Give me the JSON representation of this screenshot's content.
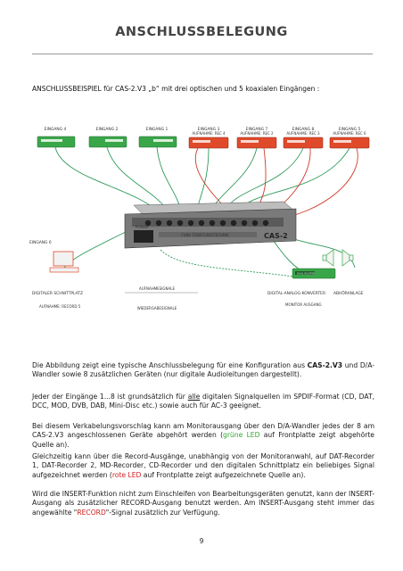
{
  "page": {
    "title": "ANSCHLUSSBELEGUNG",
    "subtitle": "ANSCHLUSSBEISPIEL für CAS-2.V3 „b“ mit drei optischen und 5 koaxialen Eingängen :",
    "page_number": "9"
  },
  "diagram": {
    "inputs": [
      {
        "label": "EINGANG 4",
        "sublabel": ""
      },
      {
        "label": "EINGANG 2",
        "sublabel": ""
      },
      {
        "label": "EINGANG 1",
        "sublabel": ""
      },
      {
        "label": "EINGANG 3",
        "sublabel": "AUFNAHME: REC 4"
      },
      {
        "label": "EINGANG 7",
        "sublabel": "AUFNAHME: REC 2"
      },
      {
        "label": "EINGANG 8",
        "sublabel": "AUFNAHME: REC 3"
      },
      {
        "label": "EINGANG 5",
        "sublabel": "AUFNAHME: REC 6"
      }
    ],
    "input_6": "EINGANG 6",
    "device_brand": "FUNK TONSTUDIOTECHNIK",
    "device_model": "CAS-2",
    "device_power": "POWER",
    "workstation": "DIGITALER SCHNITTPLATZ",
    "workstation_sub": "AUFNAHME: RECORD 5",
    "aufnahmesignale": "AUFNAHMESIGNALE",
    "wiedergabesignale": "WIEDERGABESIGNALE",
    "converter": "DIGITAL-ANALOG-KONVERTER",
    "converter_sub": "MONITOR AUSGANG",
    "converter_brand": "DUAL ROUTER",
    "speakers": "ABHÖRANLAGE"
  },
  "paragraphs": {
    "p1_a": "Die Abbildung zeigt eine typische Anschlussbelegung für eine Konfiguration aus ",
    "p1_b": "CAS-2.V3",
    "p1_c": " und D/A-Wandler sowie 8 zusätzlichen Geräten (nur digitale Audioleitungen dargestellt).",
    "p2_a": "Jeder der Eingänge 1...8 ist grundsätzlich für ",
    "p2_b": "alle",
    "p2_c": " digitalen Signalquellen im SPDIF-Format (CD, DAT, DCC, MOD, DVB, DAB, Mini-Disc etc.) sowie auch für AC-3 geeignet.",
    "p3_a": "Bei diesem Verkabelungsvorschlag kann am Monitorausgang über den D/A-Wandler jedes der 8 am CAS-2.V3 angeschlossenen Geräte abgehört werden (",
    "p3_b": "grüne LED",
    "p3_c": " auf Frontplatte zeigt abgehörte Quelle an).",
    "p4_a": "Gleichzeitig kann über die Record-Ausgänge, unabhängig von der Monitoranwahl, auf DAT-Recorder 1, DAT-Recorder 2, MD-Recorder, CD-Recorder und den digitalen Schnittplatz ein beliebiges Signal aufgezeichnet werden (",
    "p4_b": "rote LED",
    "p4_c": " auf Frontplatte zeigt aufgezeichnete Quelle an).",
    "p5_a": "Wird die INSERT-Funktion nicht zum Einschleifen von Bearbeitungsgeräten genutzt, kann der INSERT-Ausgang als zusätzlicher RECORD-Ausgang benutzt werden. Am INSERT-Ausgang steht immer das angewählte \"",
    "p5_b": "RECORD",
    "p5_c": "\"-Signal zusätzlich zur Verfügung."
  },
  "colors": {
    "device_green": "#3aa64a",
    "device_red": "#e04a2a",
    "cable_green": "#2f9a5a",
    "cable_red": "#d03a2a",
    "device_body": "#7a7a7a"
  }
}
